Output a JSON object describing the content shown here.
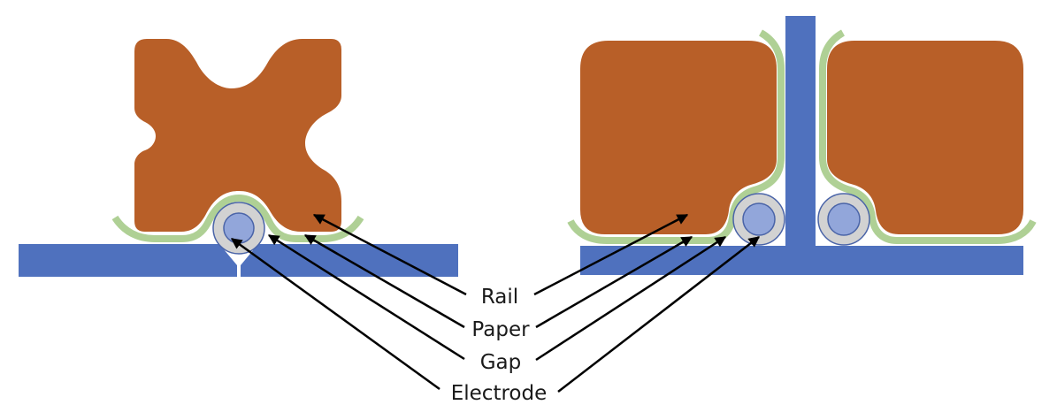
{
  "diagram": {
    "title": "",
    "labels": [
      {
        "id": "rail",
        "text": "Rail"
      },
      {
        "id": "paper",
        "text": "Paper"
      },
      {
        "id": "gap",
        "text": "Gap"
      },
      {
        "id": "electrode",
        "text": "Electrode"
      }
    ],
    "colors": {
      "rail_body": "#b85f28",
      "paper": "#afd095",
      "base": "#4f71be",
      "electrode_outer": "#d2d2d2",
      "electrode_inner": "#92a6da",
      "electrode_stroke": "#4a64a8",
      "arrow": "#000000"
    },
    "panels": [
      {
        "id": "left",
        "description": "X-profile rail with single electrode in V-groove base"
      },
      {
        "id": "right",
        "description": "Two square rails either side of a T-shaped base with two electrodes"
      }
    ]
  }
}
